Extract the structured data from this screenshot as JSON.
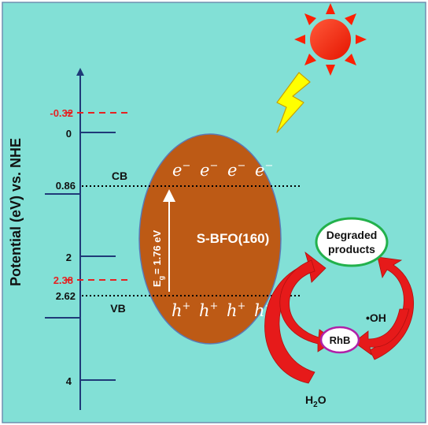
{
  "figure": {
    "y_axis_title": "Potential (eV) vs. NHE",
    "ticks": [
      {
        "value": "0",
        "style": "normal"
      },
      {
        "value": "2",
        "style": "normal"
      },
      {
        "value": "4",
        "style": "normal"
      }
    ],
    "band_levels": [
      {
        "value": "0.86",
        "band_label": "CB"
      },
      {
        "value": "2.62",
        "band_label": "VB"
      }
    ],
    "reference_levels": [
      {
        "value": "-0.32",
        "color": "#e52222"
      },
      {
        "value": "2.38",
        "color": "#e52222"
      }
    ],
    "particle": {
      "name": "S-BFO(160)",
      "bandgap_prefix": "E",
      "bandgap_sub": "g",
      "bandgap_value": "= 1.76 eV",
      "electrons": [
        "e",
        "e",
        "e",
        "e"
      ],
      "electron_sup": "−",
      "holes": [
        "h",
        "h",
        "h",
        "h"
      ],
      "hole_sup": "+"
    },
    "degradation": {
      "products_line1": "Degraded",
      "products_line2": "products",
      "pollutant": "RhB",
      "radical": "•OH",
      "water_main": "H",
      "water_sub": "2",
      "water_end": "O"
    },
    "colors": {
      "background": "#82e0d6",
      "axis": "#1f3a78",
      "particle_fill": "#bd5a15",
      "particle_edge": "#5b79b5",
      "reference_dash": "#e52222",
      "products_ring": "#22b14c",
      "pollutant_ring": "#b020a8",
      "arrow_red": "#e61a1a",
      "sun": "#ff1f00",
      "bolt": "#ffff00"
    }
  }
}
